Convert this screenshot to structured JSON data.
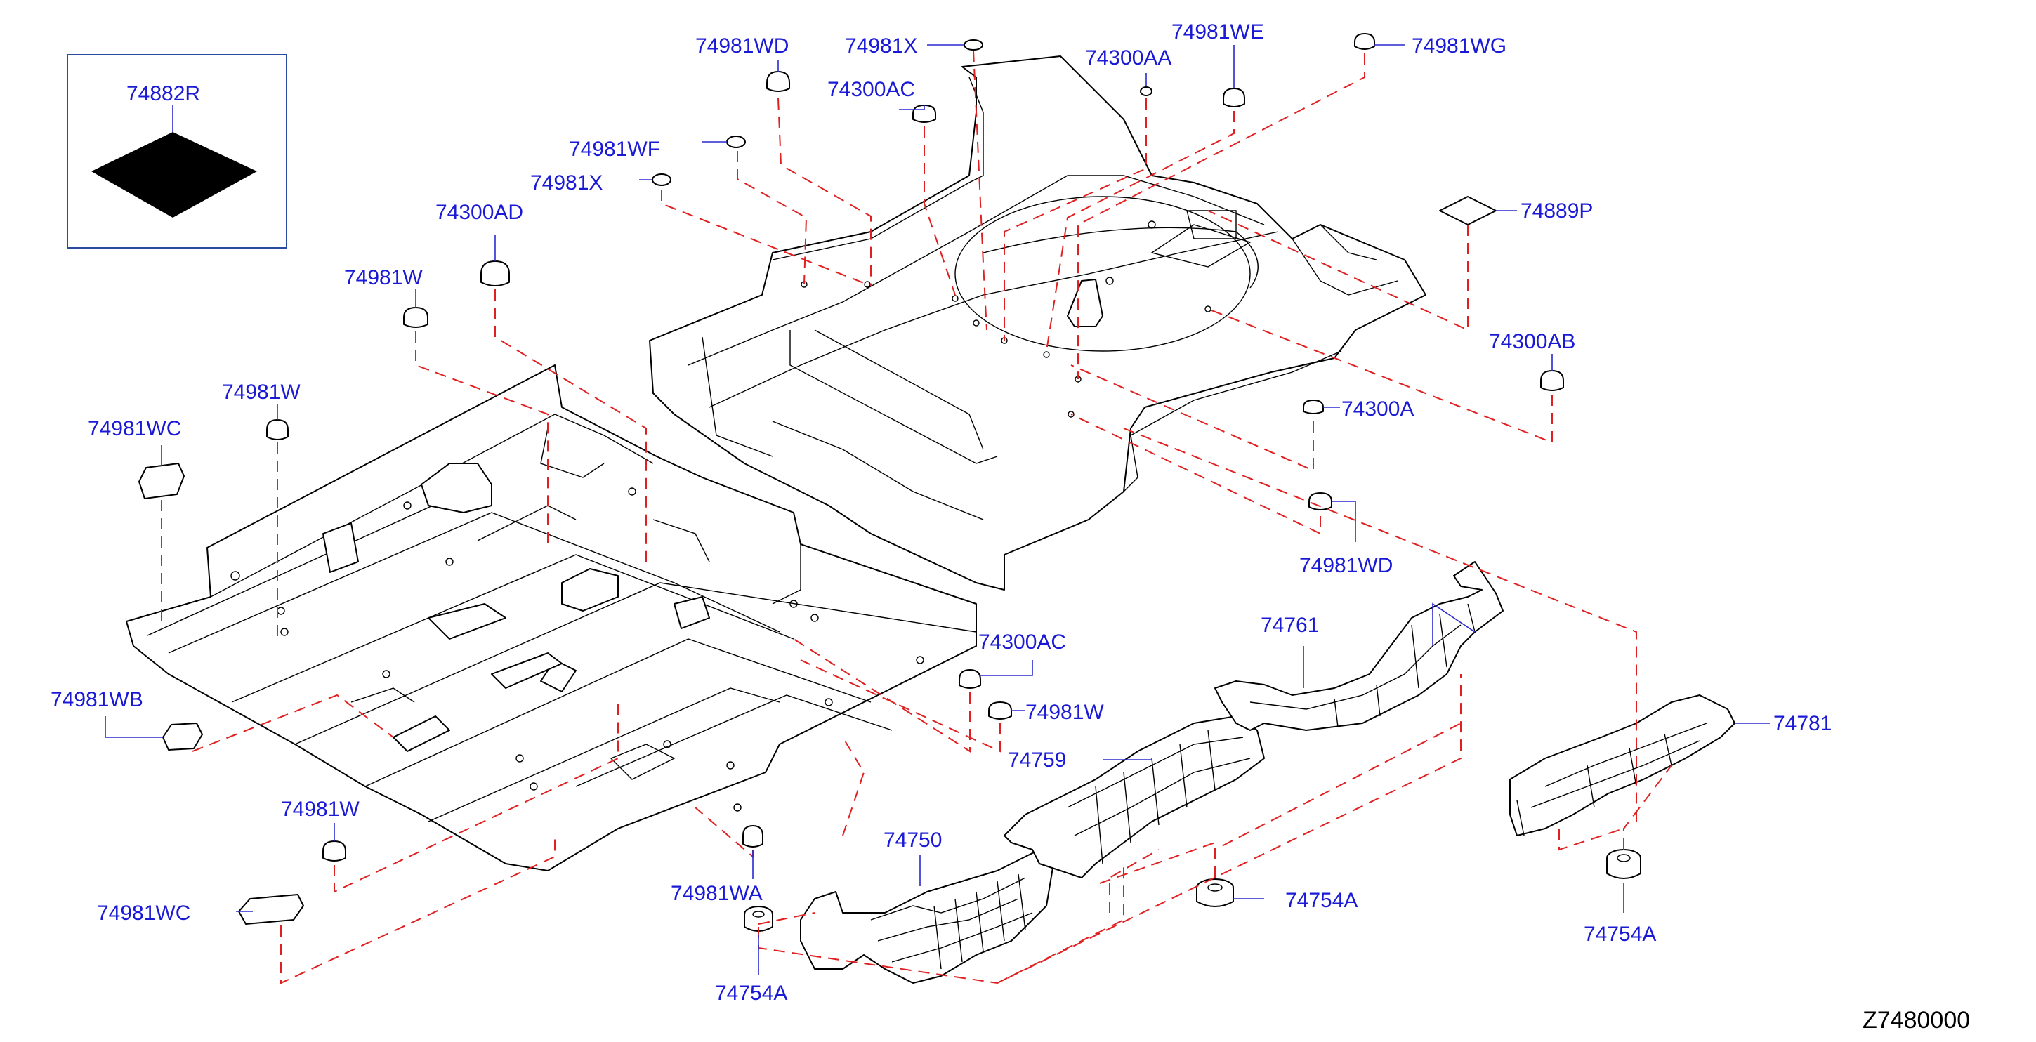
{
  "diagram": {
    "reference_code": "Z7480000",
    "colors": {
      "label": "#1a1ad6",
      "leader": "#2a2ad0",
      "dashed_guide": "#e02020",
      "line_art": "#000000"
    },
    "labels": {
      "p74882R": "74882R",
      "p74981WD_a": "74981WD",
      "p74981X_a": "74981X",
      "p74300AA": "74300AA",
      "p74981WE": "74981WE",
      "p74981WG": "74981WG",
      "p74300AC_a": "74300AC",
      "p74981WF": "74981WF",
      "p74981X_b": "74981X",
      "p74300AD": "74300AD",
      "p74889P": "74889P",
      "p74981W_a": "74981W",
      "p74300AB": "74300AB",
      "p74981W_b": "74981W",
      "p74981WC_a": "74981WC",
      "p74300A": "74300A",
      "p74981WD_b": "74981WD",
      "p74761": "74761",
      "p74300AC_b": "74300AC",
      "p74981W_c": "74981W",
      "p74781": "74781",
      "p74981WB": "74981WB",
      "p74759": "74759",
      "p74750": "74750",
      "p74754A_a": "74754A",
      "p74981W_d": "74981W",
      "p74981WA": "74981WA",
      "p74981WC_b": "74981WC",
      "p74754A_b": "74754A",
      "p74754A_c": "74754A"
    }
  }
}
